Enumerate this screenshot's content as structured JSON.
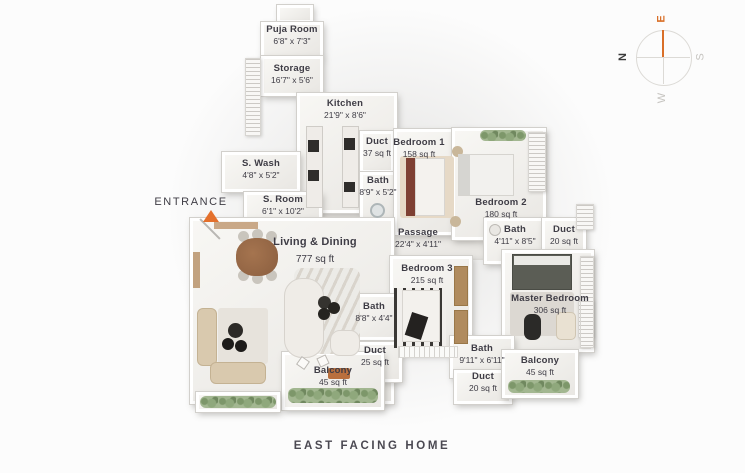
{
  "title": "EAST FACING HOME",
  "entrance": {
    "label": "ENTRANCE"
  },
  "compass": {
    "north": "N",
    "east": "E",
    "south": "S",
    "west": "W"
  },
  "colors": {
    "accent": "#E4702C",
    "text": "#3E3C45",
    "wall": "#FFFFFF",
    "floor": "#F0EEEB"
  },
  "rooms": {
    "puja": {
      "name": "Puja Room",
      "size": "6'8\" x 7'3\""
    },
    "storage": {
      "name": "Storage",
      "size": "16'7\" x 5'6\""
    },
    "kitchen": {
      "name": "Kitchen",
      "size": "21'9\" x 8'6\""
    },
    "duct1": {
      "name": "Duct",
      "size": "37 sq ft"
    },
    "bedroom1": {
      "name": "Bedroom 1",
      "size": "158 sq ft"
    },
    "bath1": {
      "name": "Bath",
      "size": "8'9\" x 5'2\""
    },
    "swash": {
      "name": "S. Wash",
      "size": "4'8\" x 5'2\""
    },
    "sroom": {
      "name": "S. Room",
      "size": "6'1\" x 10'2\""
    },
    "bedroom2": {
      "name": "Bedroom 2",
      "size": "180 sq ft"
    },
    "bath2": {
      "name": "Bath",
      "size": "4'11\" x 8'5\""
    },
    "duct2": {
      "name": "Duct",
      "size": "20 sq ft"
    },
    "passage": {
      "name": "Passage",
      "size": "22'4\" x 4'11\""
    },
    "living": {
      "name": "Living & Dining",
      "size": "777 sq ft"
    },
    "bedroom3": {
      "name": "Bedroom 3",
      "size": "215 sq ft"
    },
    "master": {
      "name": "Master Bedroom",
      "size": "306 sq ft"
    },
    "bath3": {
      "name": "Bath",
      "size": "8'8\" x 4'4\""
    },
    "duct3": {
      "name": "Duct",
      "size": "25 sq ft"
    },
    "bath4": {
      "name": "Bath",
      "size": "9'11\" x 6'11\""
    },
    "duct4": {
      "name": "Duct",
      "size": "20 sq ft"
    },
    "balcony1": {
      "name": "Balcony",
      "size": "45 sq ft"
    },
    "balcony2": {
      "name": "Balcony",
      "size": "45 sq ft"
    }
  }
}
